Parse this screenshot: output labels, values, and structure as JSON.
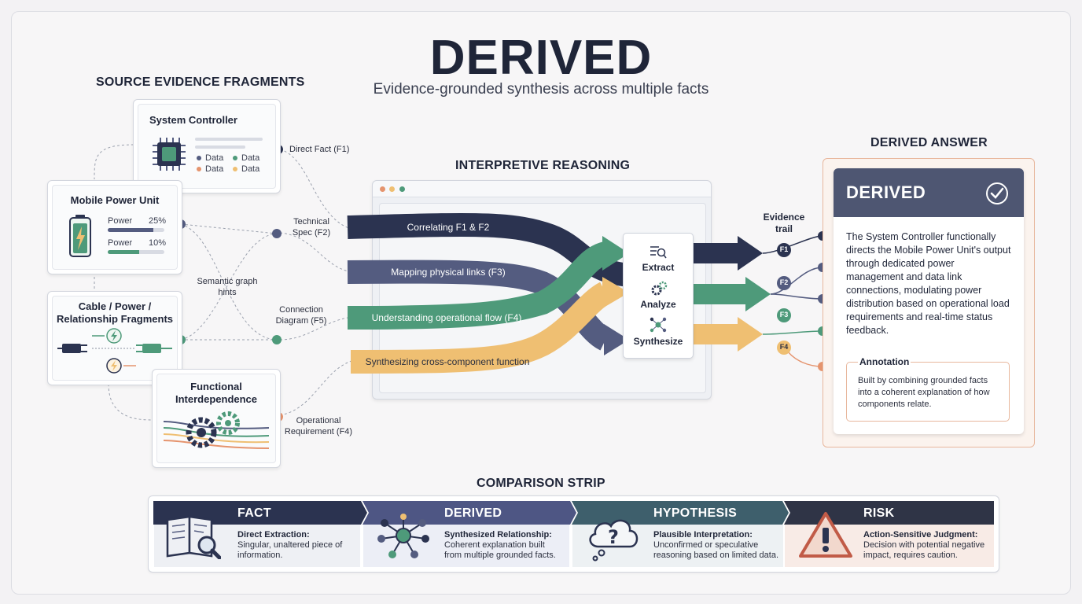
{
  "title": "DERIVED",
  "subtitle": "Evidence-grounded synthesis across multiple facts",
  "sections": {
    "source": "SOURCE EVIDENCE FRAGMENTS",
    "reasoning": "INTERPRETIVE REASONING",
    "answer": "DERIVED ANSWER",
    "comparison": "COMPARISON STRIP"
  },
  "fragments": {
    "system_controller": {
      "title": "System Controller",
      "legend": [
        "Data",
        "Data",
        "Data",
        "Data"
      ]
    },
    "mobile_power_unit": {
      "title": "Mobile Power Unit",
      "rows": [
        {
          "label": "Power",
          "value": "25%",
          "fill": 0.8
        },
        {
          "label": "Power",
          "value": "10%",
          "fill": 0.55
        }
      ]
    },
    "cable": {
      "title": "Cable / Power / Relationship Fragments"
    },
    "functional": {
      "title": "Functional Interdependence"
    }
  },
  "connectors": {
    "f1": "Direct Fact (F1)",
    "f2": "Technical Spec (F2)",
    "semantic": "Semantic graph hints",
    "f5": "Connection Diagram (F5)",
    "f4": "Operational Requirement (F4)"
  },
  "streams": [
    {
      "label": "Correlating F1 & F2",
      "color": "#2b3350"
    },
    {
      "label": "Mapping physical links (F3)",
      "color": "#545c80"
    },
    {
      "label": "Understanding operational flow (F4)",
      "color": "#4e9a7a"
    },
    {
      "label": "Synthesizing cross-component function",
      "color": "#efbf72"
    }
  ],
  "process_steps": [
    "Extract",
    "Analyze",
    "Synthesize"
  ],
  "evidence_trail": {
    "label": "Evidence trail",
    "nodes": [
      "F1",
      "F2",
      "F3",
      "F4"
    ]
  },
  "answer": {
    "title": "DERIVED",
    "text": "The System Controller functionally directs the Mobile Power Unit's output through dedicated power management and data link connections, modulating power distribution based on operational load requirements and real-time status feedback.",
    "annotation_title": "Annotation",
    "annotation_text": "Built by combining grounded facts into a coherent explanation of how components relate."
  },
  "comparison": [
    {
      "title": "FACT",
      "sub": "Direct Extraction:",
      "text": "Singular, unaltered piece of information.",
      "color": "#2b3350",
      "icon": "book-icon"
    },
    {
      "title": "DERIVED",
      "sub": "Synthesized Relationship:",
      "text": "Coherent explanation built from multiple grounded facts.",
      "color": "#4e5684",
      "icon": "network-icon"
    },
    {
      "title": "HYPOTHESIS",
      "sub": "Plausible Interpretation:",
      "text": "Unconfirmed or speculative reasoning based on limited data.",
      "color": "#3e5f6c",
      "icon": "question-cloud-icon"
    },
    {
      "title": "RISK",
      "sub": "Action-Sensitive Judgment:",
      "text": "Decision with potential negative impact, requires caution.",
      "color": "#2f3446",
      "icon": "warning-icon"
    }
  ],
  "colors": {
    "navy": "#2b3350",
    "slate": "#545c80",
    "green": "#4e9a7a",
    "amber": "#efbf72",
    "orange_node": "#e5946e"
  }
}
